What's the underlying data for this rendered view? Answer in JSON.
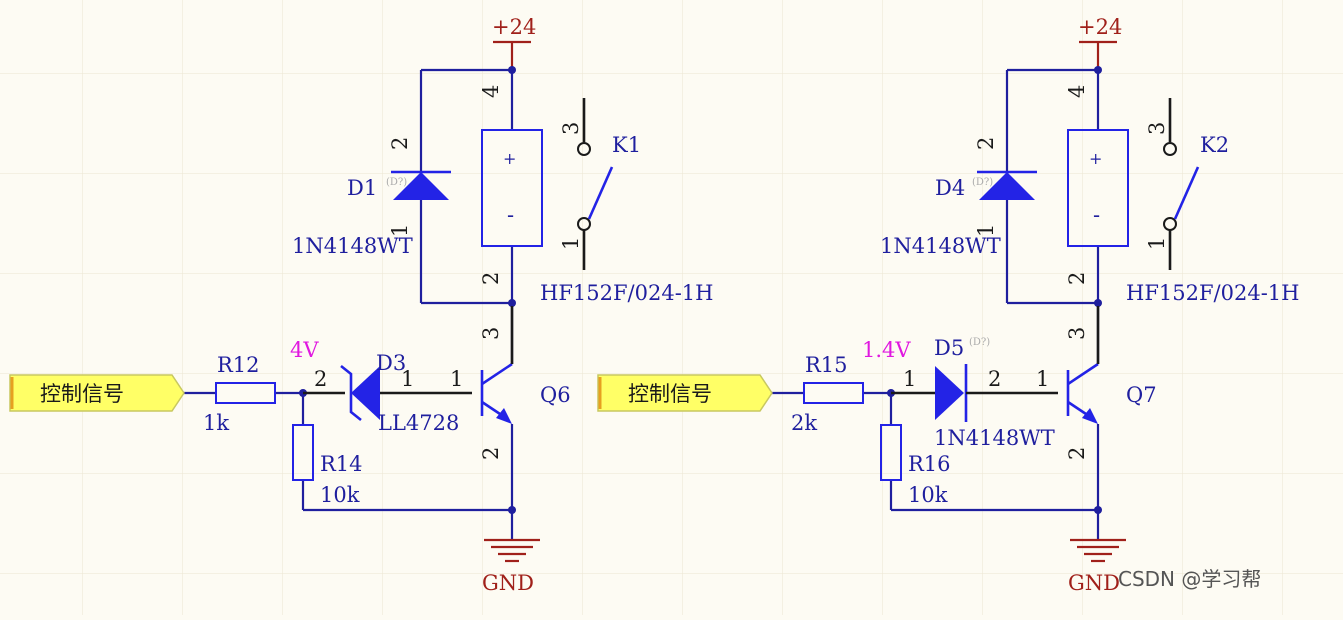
{
  "diagram": {
    "left_circuit": {
      "power": "+24",
      "ground": "GND",
      "input_label": "控制信号",
      "voltage": "4V",
      "relay": {
        "name": "K1",
        "part": "HF152F/024-1H",
        "plus": "+",
        "minus": "-",
        "pins": [
          "4",
          "2",
          "3",
          "1"
        ]
      },
      "flyback_diode": {
        "name": "D1",
        "designator": "(D?)",
        "part": "1N4148WT",
        "pins": [
          "2",
          "1"
        ]
      },
      "resistor_series": {
        "name": "R12",
        "value": "1k"
      },
      "resistor_pulldown": {
        "name": "R14",
        "value": "10k"
      },
      "zener": {
        "name": "D3",
        "part": "LL4728",
        "pins": [
          "2",
          "1"
        ]
      },
      "transistor": {
        "name": "Q6",
        "pins": [
          "3",
          "1",
          "2"
        ]
      }
    },
    "right_circuit": {
      "power": "+24",
      "ground": "GND",
      "input_label": "控制信号",
      "voltage": "1.4V",
      "relay": {
        "name": "K2",
        "part": "HF152F/024-1H",
        "plus": "+",
        "minus": "-",
        "pins": [
          "4",
          "2",
          "3",
          "1"
        ]
      },
      "flyback_diode": {
        "name": "D4",
        "designator": "(D?)",
        "part": "1N4148WT",
        "pins": [
          "2",
          "1"
        ]
      },
      "resistor_series": {
        "name": "R15",
        "value": "2k"
      },
      "resistor_pulldown": {
        "name": "R16",
        "value": "10k"
      },
      "diode": {
        "name": "D5",
        "designator": "(D?)",
        "part": "1N4148WT",
        "pins": [
          "1",
          "2"
        ]
      },
      "transistor": {
        "name": "Q7",
        "pins": [
          "3",
          "1",
          "2"
        ]
      }
    },
    "watermark": "CSDN @学习帮",
    "colors": {
      "background": "#fdfbf3",
      "wire": "#1f1f9e",
      "component": "#2323e6",
      "power": "#a0201a",
      "voltage": "#e018e0",
      "port": "#ffff66"
    }
  }
}
